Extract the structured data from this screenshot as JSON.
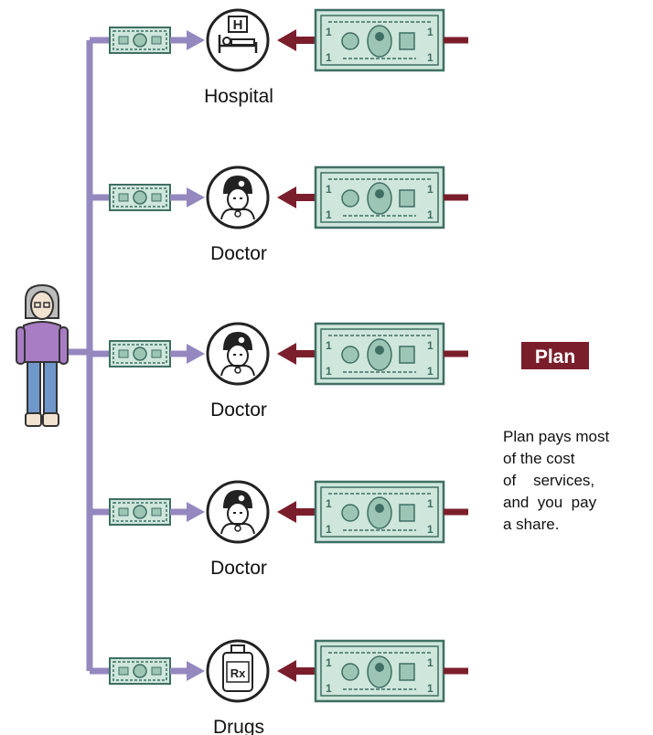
{
  "colors": {
    "person_flow": "#9488bf",
    "plan_flow": "#7b1e2c",
    "bill_fill": "#cfe6dc",
    "bill_stroke": "#3f6f63",
    "plan_badge": "#7b1e2c"
  },
  "person": {
    "icon": "elderly-woman-icon"
  },
  "providers": [
    {
      "label": "Hospital",
      "icon": "hospital-bed-icon"
    },
    {
      "label": "Doctor",
      "icon": "doctor-icon"
    },
    {
      "label": "Doctor",
      "icon": "doctor-icon"
    },
    {
      "label": "Doctor",
      "icon": "doctor-icon"
    },
    {
      "label": "Drugs",
      "icon": "prescription-bottle-icon"
    }
  ],
  "plan": {
    "badge": "Plan",
    "description_lines": [
      "Plan pays most",
      "of the cost",
      "of    services,",
      "and  you  pay",
      "a share."
    ]
  }
}
